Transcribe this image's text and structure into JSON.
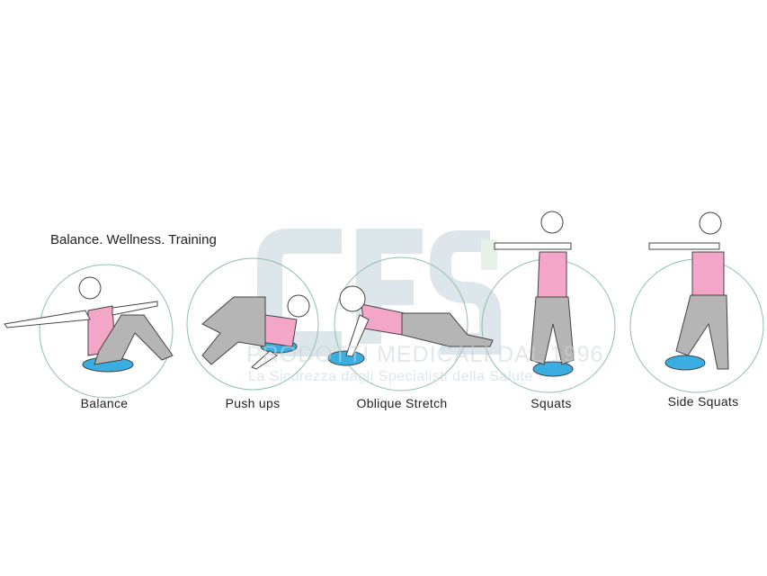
{
  "tagline": "Balance. Wellness. Training",
  "exercises": [
    {
      "label": "Balance"
    },
    {
      "label": "Push ups"
    },
    {
      "label": "Oblique Stretch"
    },
    {
      "label": "Squats"
    },
    {
      "label": "Side Squats"
    }
  ],
  "watermark": {
    "logo": "CFS",
    "line1": "PRODOTTI MEDICALI DAL 1996",
    "line2": "La Sicurezza dagli Specialisti della Salute"
  },
  "colors": {
    "circle": "#8fbfa8",
    "shirt": "#f3a6c8",
    "pants": "#b5b5b5",
    "disc": "#3aaee0",
    "watermark": "#c9d6de"
  }
}
